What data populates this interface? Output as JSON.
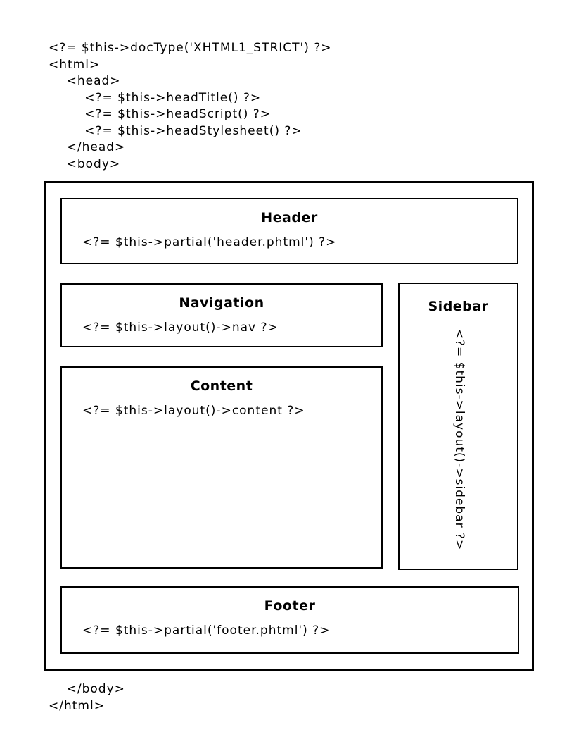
{
  "diagram": {
    "pre_code": [
      "<?= $this->docType('XHTML1_STRICT') ?>",
      "<html>",
      "    <head>",
      "        <?= $this->headTitle() ?>",
      "        <?= $this->headScript() ?>",
      "        <?= $this->headStylesheet() ?>",
      "    </head>",
      "    <body>"
    ],
    "post_code": [
      "    </body>",
      "</html>"
    ],
    "boxes": {
      "header": {
        "title": "Header",
        "code": "<?= $this->partial('header.phtml') ?>"
      },
      "navigation": {
        "title": "Navigation",
        "code": "<?= $this->layout()->nav ?>"
      },
      "content": {
        "title": "Content",
        "code": "<?= $this->layout()->content ?>"
      },
      "sidebar": {
        "title": "Sidebar",
        "code": "<?= $this->layout()->sidebar ?>"
      },
      "footer": {
        "title": "Footer",
        "code": "<?= $this->partial('footer.phtml') ?>"
      }
    },
    "colors": {
      "background": "#ffffff",
      "border": "#000000",
      "text": "#000000"
    }
  }
}
